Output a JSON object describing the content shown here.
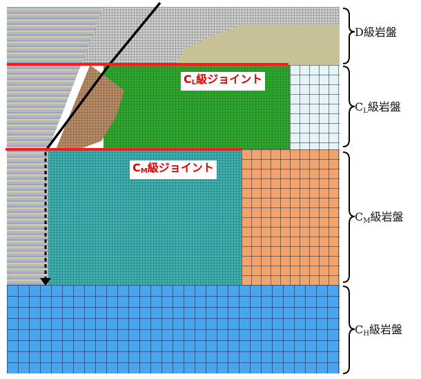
{
  "layers": [
    {
      "prefix": "D",
      "sub": "",
      "suffix": "級岩盤"
    },
    {
      "prefix": "C",
      "sub": "L",
      "suffix": "級岩盤"
    },
    {
      "prefix": "C",
      "sub": "M",
      "suffix": "級岩盤"
    },
    {
      "prefix": "C",
      "sub": "H",
      "suffix": "級岩盤"
    }
  ],
  "joints": [
    {
      "prefix": "C",
      "sub": "L",
      "suffix": "級ジョイント"
    },
    {
      "prefix": "C",
      "sub": "M",
      "suffix": "級ジョイント"
    }
  ],
  "colors": {
    "d_rock": "#c8c196",
    "d_mesh": "#c9c9c9",
    "cl_green": "#1db41d",
    "cl_mesh_light": "#e4f4f8",
    "cm_cyan": "#2ab8b8",
    "cm_orange": "#f4a46a",
    "ch_blue": "#48a6f0",
    "joint_red": "#ff1a1a",
    "brown": "#c08a5a"
  }
}
